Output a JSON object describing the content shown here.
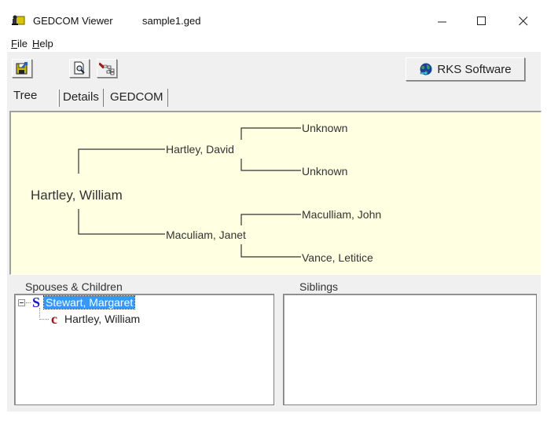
{
  "window": {
    "app_title": "GEDCOM Viewer",
    "file_title": "sample1.ged",
    "controls": {
      "minimize": "minimize",
      "maximize": "maximize",
      "close": "close"
    }
  },
  "menu": {
    "items": [
      {
        "label": "File",
        "accel": "F",
        "rest": "ile"
      },
      {
        "label": "Help",
        "accel": "H",
        "rest": "elp"
      }
    ]
  },
  "toolbar": {
    "buttons": [
      {
        "name": "save-icon",
        "tooltip": "Save"
      },
      {
        "name": "preview-icon",
        "tooltip": "Print Preview"
      },
      {
        "name": "chart-icon",
        "tooltip": "Chart"
      }
    ],
    "rks_label": "RKS Software"
  },
  "tabs": [
    {
      "label": "Tree",
      "active": true
    },
    {
      "label": "Details",
      "active": false
    },
    {
      "label": "GEDCOM",
      "active": false
    }
  ],
  "pedigree": {
    "root": "Hartley, William",
    "father": "Hartley, David",
    "mother": "Maculiam, Janet",
    "paternal_grandfather": "Unknown",
    "paternal_grandmother": "Unknown",
    "maternal_grandfather": "Maculliam, John",
    "maternal_grandmother": "Vance, Letitice",
    "background": "#ffffe1"
  },
  "spouses_children": {
    "label": "Spouses & Children",
    "items": [
      {
        "tag": "S",
        "name": "Stewart, Margaret",
        "selected": true,
        "level": 0
      },
      {
        "tag": "C",
        "name": "Hartley, William",
        "selected": false,
        "level": 1
      }
    ]
  },
  "siblings": {
    "label": "Siblings",
    "items": []
  },
  "colors": {
    "selection": "#3399ff",
    "spouse_tag": "#1a1ad6",
    "child_tag": "#a01010",
    "panel_bg": "#f0f0f0"
  }
}
